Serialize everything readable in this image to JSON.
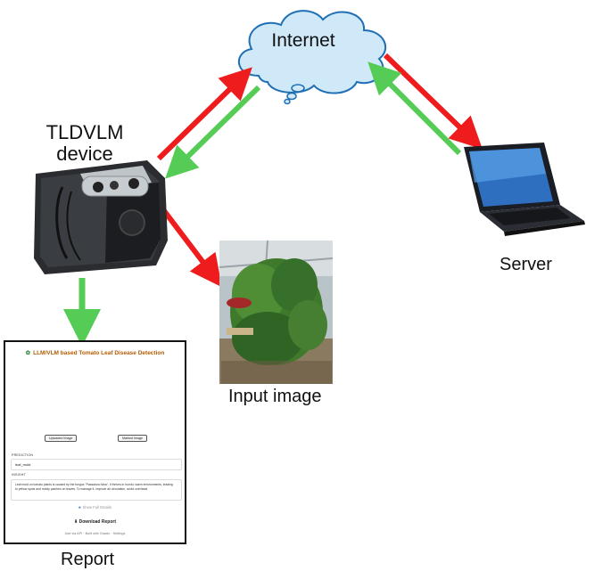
{
  "labels": {
    "cloud": "Internet",
    "device": "TLDVLM device",
    "server": "Server",
    "input_image": "Input image",
    "report": "Report"
  },
  "report_card": {
    "title": "LLM/VLM based Tomato Leaf Disease Detection",
    "uploaded_button": "Uploaded Image",
    "marked_button": "Marked Image",
    "prediction_label": "PREDICTION",
    "prediction_value": "leaf_mold",
    "insight_label": "INSIGHT",
    "insight_text": "Leaf mold on tomato plants is caused by the fungus \"Passalora fulva\". It thrives in humid, warm environments, leading to yellow spots and moldy patches on leaves. To manage it, improve air circulation, avoid overhead",
    "show_details": "Show Full Details",
    "download": "Download Report",
    "footer": "Use via API  ·  Built with Gradio  ·  Settings"
  },
  "colors": {
    "arrow_red": "#ee1c1c",
    "arrow_green": "#55cc55",
    "cloud_fill": "#cfe9f8",
    "cloud_stroke": "#1f6fb5",
    "title_accent": "#b35a00"
  }
}
